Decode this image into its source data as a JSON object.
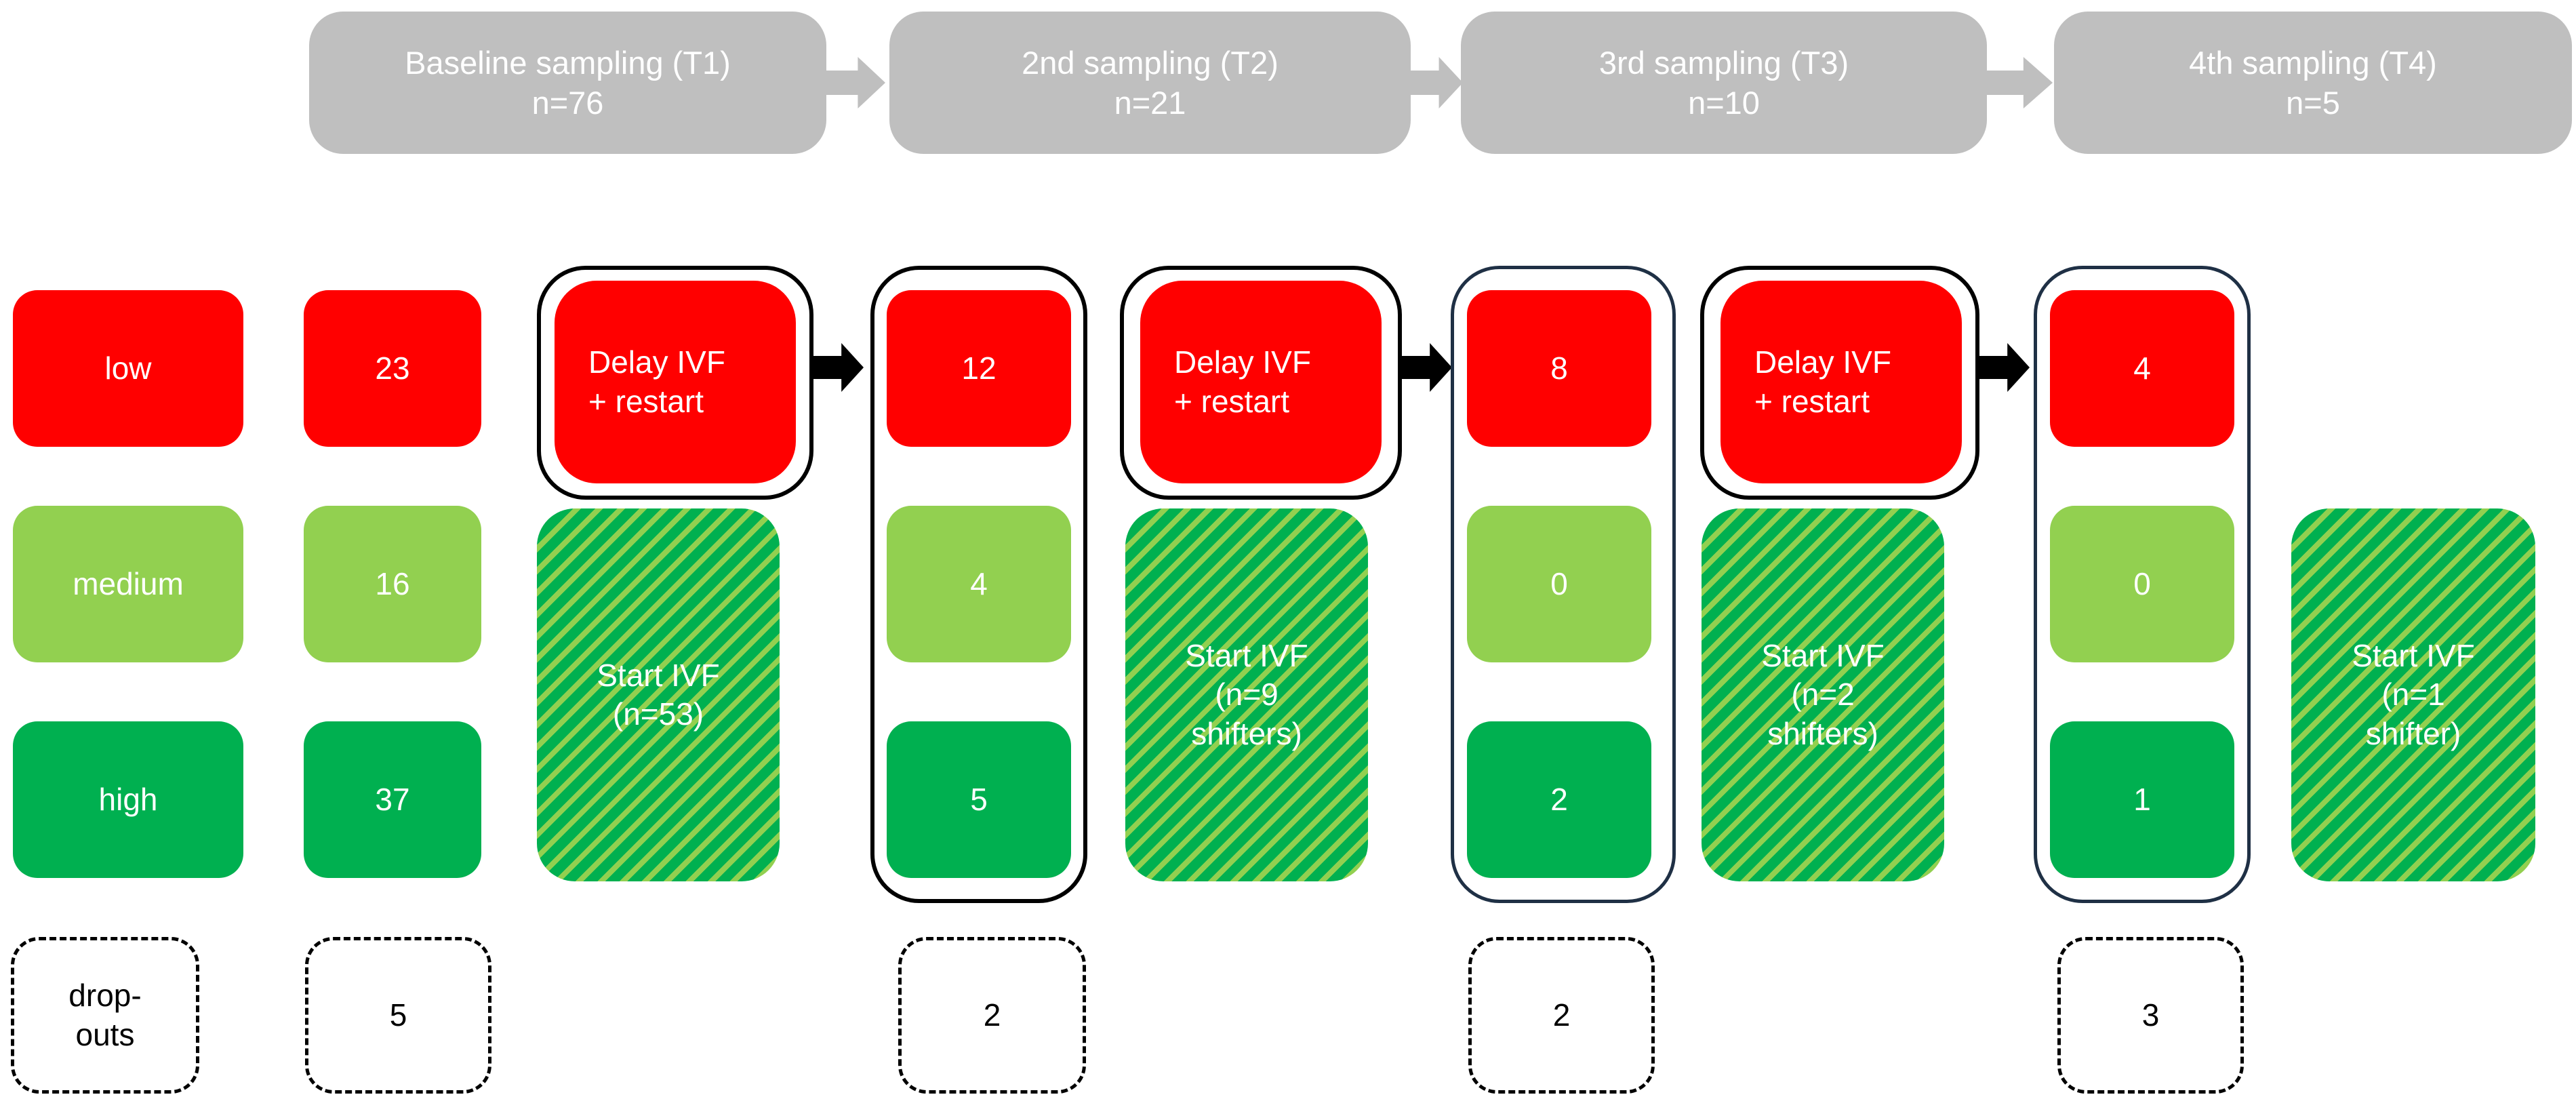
{
  "headers": [
    {
      "line1": "Baseline sampling (T1)",
      "line2": "n=76"
    },
    {
      "line1": "2nd sampling (T2)",
      "line2": "n=21"
    },
    {
      "line1": "3rd sampling (T3)",
      "line2": "n=10"
    },
    {
      "line1": "4th sampling (T4)",
      "line2": "n=5"
    }
  ],
  "categories": [
    {
      "label": "low",
      "color": "#FF0000"
    },
    {
      "label": "medium",
      "color": "#92D050"
    },
    {
      "label": "high",
      "color": "#00B050"
    }
  ],
  "counts": {
    "t1": [
      "23",
      "16",
      "37"
    ],
    "t2": [
      "12",
      "4",
      "5"
    ],
    "t3": [
      "8",
      "0",
      "2"
    ],
    "t4": [
      "4",
      "0",
      "1"
    ]
  },
  "delay_boxes": [
    {
      "line1": "Delay IVF",
      "line2": "+ restart"
    },
    {
      "line1": "Delay IVF",
      "line2": "+ restart"
    },
    {
      "line1": "Delay IVF",
      "line2": "+ restart"
    }
  ],
  "start_ivf_boxes": [
    {
      "lines": [
        "Start IVF",
        "(n=53)",
        ""
      ]
    },
    {
      "lines": [
        "Start IVF",
        "(n=9",
        "shifters)"
      ]
    },
    {
      "lines": [
        "Start IVF",
        "(n=2",
        "shifters)"
      ]
    },
    {
      "lines": [
        "Start IVF",
        "(n=1",
        "shifter)"
      ]
    }
  ],
  "dropouts": {
    "label_line1": "drop-",
    "label_line2": "outs",
    "values": [
      "5",
      "2",
      "2",
      "3"
    ]
  },
  "colors": {
    "red": "#FF0000",
    "light_green": "#92D050",
    "dark_green": "#00B050",
    "header_gray": "#BFBFBF",
    "black_outline": "#000000",
    "navy_outline": "#1F3045",
    "white_text": "#ffffff"
  }
}
